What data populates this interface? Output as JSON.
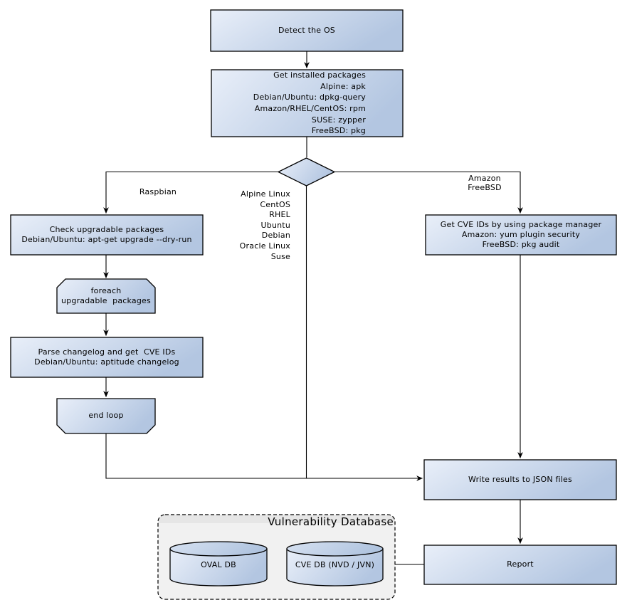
{
  "flowchart": {
    "nodes": {
      "detect_os": "Detect the OS",
      "get_installed_packages": "Get installed packages\nAlpine: apk\nDebian/Ubuntu: dpkg-query\nAmazon/RHEL/CentOS: rpm\nSUSE: zypper\nFreeBSD: pkg",
      "check_upgradable": "Check upgradable packages\nDebian/Ubuntu: apt-get upgrade --dry-run",
      "foreach_loop": "foreach\nupgradable  packages",
      "parse_changelog": "Parse changelog and get  CVE IDs\nDebian/Ubuntu: aptitude changelog",
      "end_loop": "end loop",
      "get_cve_ids": "Get CVE IDs by using package manager\nAmazon: yum plugin security\nFreeBSD: pkg audit",
      "write_results": "Write results to JSON files",
      "report": "Report"
    },
    "edge_labels": {
      "raspbian": "Raspbian",
      "os_list": "Alpine Linux\nCentOS\nRHEL\nUbuntu\nDebian\nOracle Linux\nSuse",
      "amazon_freebsd": "Amazon\nFreeBSD"
    },
    "database": {
      "title": "Vulnerability Database",
      "oval_db": "OVAL DB",
      "cve_db": "CVE DB (NVD / JVN)"
    },
    "colors": {
      "node_fill_light": "#e9eff9",
      "node_fill_dark": "#b3c6e1",
      "node_border": "#000000",
      "container_fill": "#f1f1f1",
      "container_header": "#e6e6e6",
      "connector": "#000000"
    }
  }
}
